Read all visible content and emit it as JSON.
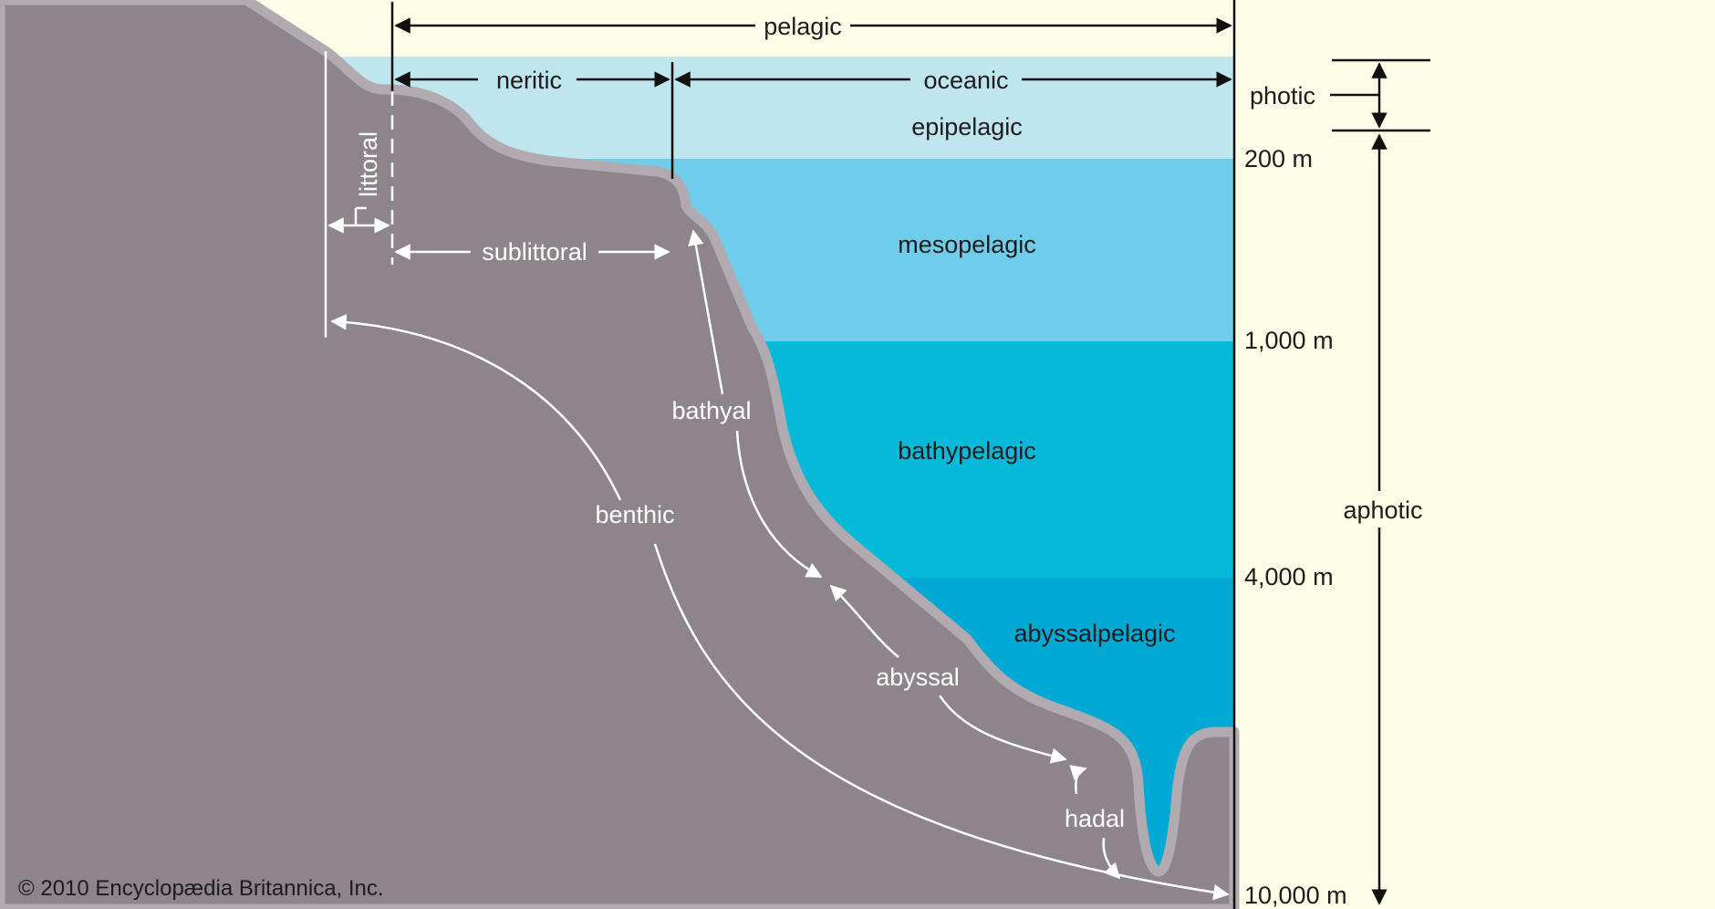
{
  "horizontal_zones": {
    "pelagic": "pelagic",
    "neritic": "neritic",
    "oceanic": "oceanic"
  },
  "water_layers": [
    {
      "name": "epipelagic",
      "color": "#bfe5ef"
    },
    {
      "name": "mesopelagic",
      "color": "#6fcdeb"
    },
    {
      "name": "bathypelagic",
      "color": "#07b9d9"
    },
    {
      "name": "abyssalpelagic",
      "color": "#00a8d4"
    }
  ],
  "depth_marks": [
    "200 m",
    "1,000 m",
    "4,000 m",
    "10,000 m"
  ],
  "light_zones": {
    "photic": "photic",
    "aphotic": "aphotic"
  },
  "benthic_zones": {
    "littoral": "littoral",
    "sublittoral": "sublittoral",
    "bathyal": "bathyal",
    "abyssal": "abyssal",
    "hadal": "hadal",
    "benthic": "benthic"
  },
  "colors": {
    "background": "#fefee8",
    "seafloor": "#8e858c",
    "seafloor_edge": "#b1aab0"
  },
  "copyright": "© 2010 Encyclopædia Britannica, Inc."
}
